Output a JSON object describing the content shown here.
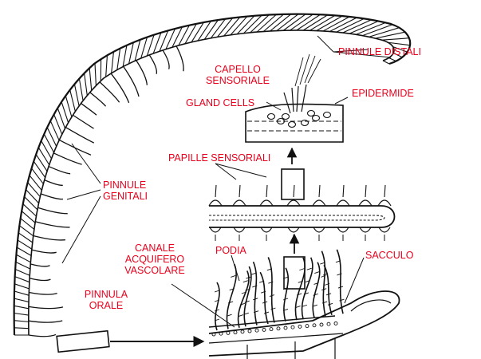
{
  "labels": {
    "pinnule_distali": "PINNULE DISTALI",
    "capello_line1": "CAPELLO",
    "capello_line2": "SENSORIALE",
    "gland_cells": "GLAND CELLS",
    "epidermide": "EPIDERMIDE",
    "papille_sensoriali": "PAPILLE SENSORIALI",
    "pinnule_genitali_line1": "PINNULE",
    "pinnule_genitali_line2": "GENITALI",
    "canale_line1": "CANALE",
    "canale_line2": "ACQUIFERO",
    "canale_line3": "VASCOLARE",
    "podia": "PODIA",
    "sacculo": "SACCULO",
    "pinnula_orale_line1": "PINNULA",
    "pinnula_orale_line2": "ORALE"
  },
  "colors": {
    "label_text": "#e8001c",
    "drawing_ink": "#111111",
    "background": "#ffffff"
  }
}
